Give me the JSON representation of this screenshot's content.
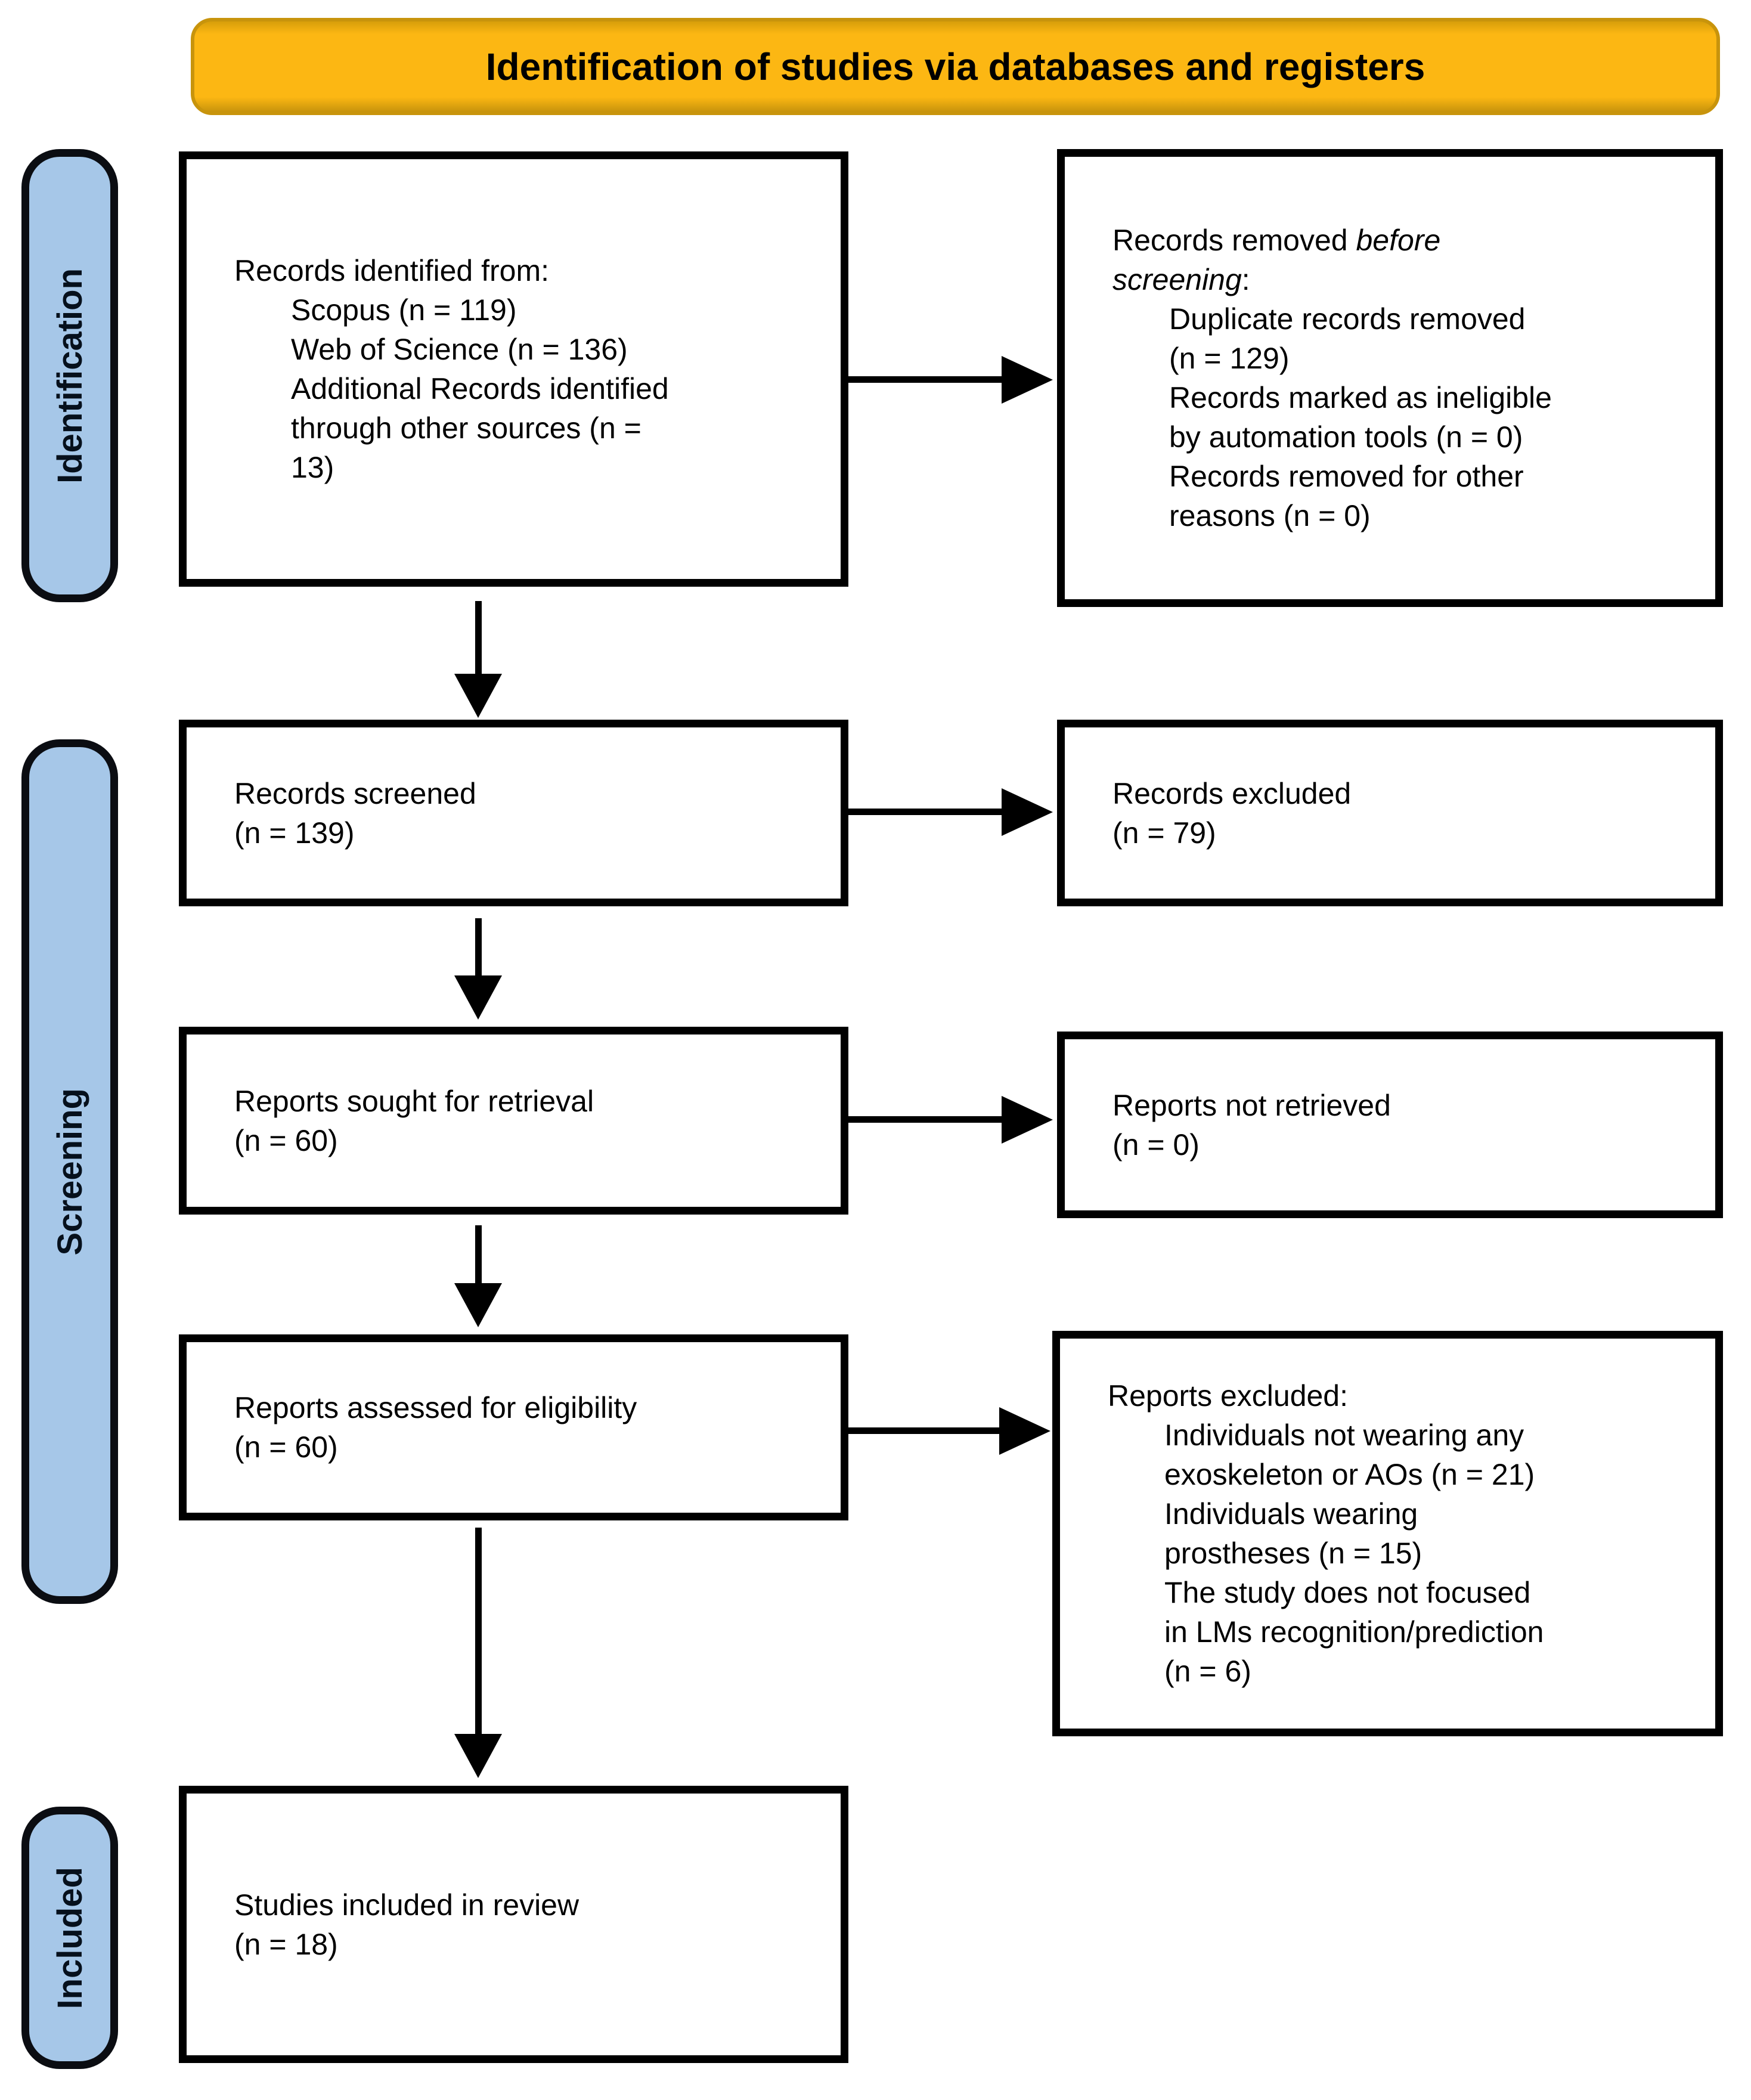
{
  "banner": {
    "label": "Identification of studies via databases and registers"
  },
  "stages": {
    "identification": {
      "label": "Identification"
    },
    "screening": {
      "label": "Screening"
    },
    "included": {
      "label": "Included"
    }
  },
  "boxes": {
    "identified": {
      "title": "Records identified from:",
      "items": [
        "Scopus (n = 119)",
        "Web of Science (n = 136)",
        "Additional Records identified through other sources (n = 13)"
      ]
    },
    "removed": {
      "title_prefix": "Records removed ",
      "title_italic": "before screening",
      "title_suffix": ":",
      "items": [
        "Duplicate records removed (n = 129)",
        "Records marked as ineligible by automation tools (n = 0)",
        "Records removed for other reasons (n = 0)"
      ]
    },
    "screened": {
      "line1": "Records screened",
      "line2": "(n = 139)"
    },
    "records_excluded": {
      "line1": "Records excluded",
      "line2": "(n = 79)"
    },
    "sought": {
      "line1": "Reports sought for retrieval",
      "line2": "(n = 60)"
    },
    "not_retrieved": {
      "line1": "Reports not retrieved",
      "line2": "(n = 0)"
    },
    "assessed": {
      "line1": "Reports assessed for eligibility",
      "line2": "(n = 60)"
    },
    "reports_excluded": {
      "title": "Reports excluded:",
      "items": [
        "Individuals not wearing any exoskeleton or AOs (n = 21)",
        "Individuals wearing prostheses (n = 15)",
        "The study does not focused in LMs recognition/prediction (n = 6)"
      ]
    },
    "included_review": {
      "line1": "Studies included in review",
      "line2": "(n = 18)"
    }
  },
  "colors": {
    "banner_fill": "#fcb713",
    "banner_border": "#c8940c",
    "stage_fill": "#a6c7e8",
    "box_border": "#000000",
    "text": "#000000",
    "background": "#ffffff"
  }
}
